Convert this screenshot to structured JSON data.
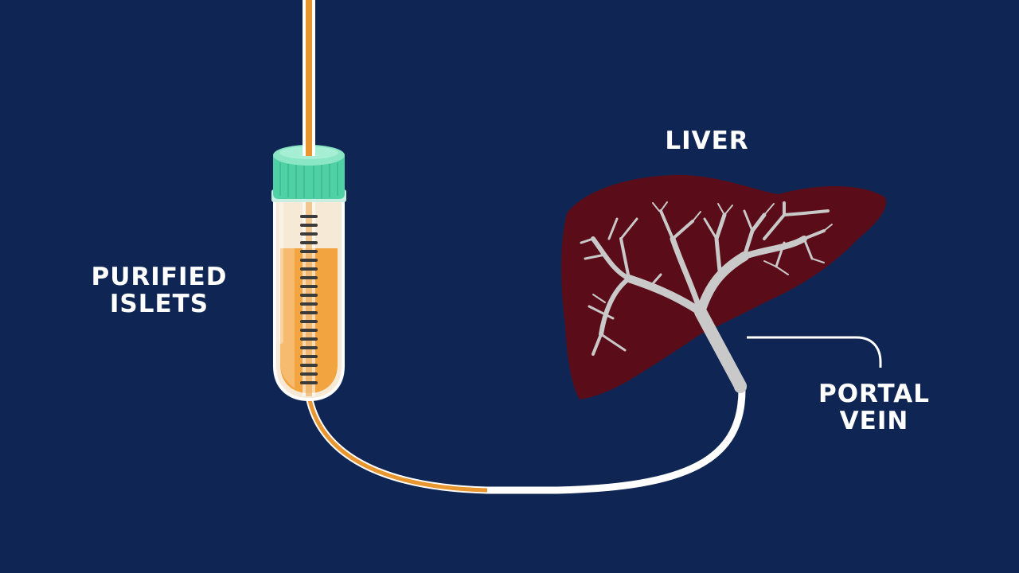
{
  "labels": {
    "liver": "LIVER",
    "islets_line1": "PURIFIED",
    "islets_line2": "ISLETS",
    "portal_line1": "PORTAL",
    "portal_line2": "VEIN"
  },
  "colors": {
    "background": "#0f2654",
    "liver": "#5a0d18",
    "vessels": "#c9c9c9",
    "tube_orange": "#e8962f",
    "tube_white": "#ffffff",
    "cap": "#4fd1a5",
    "islet_fluid": "#f2a440"
  }
}
